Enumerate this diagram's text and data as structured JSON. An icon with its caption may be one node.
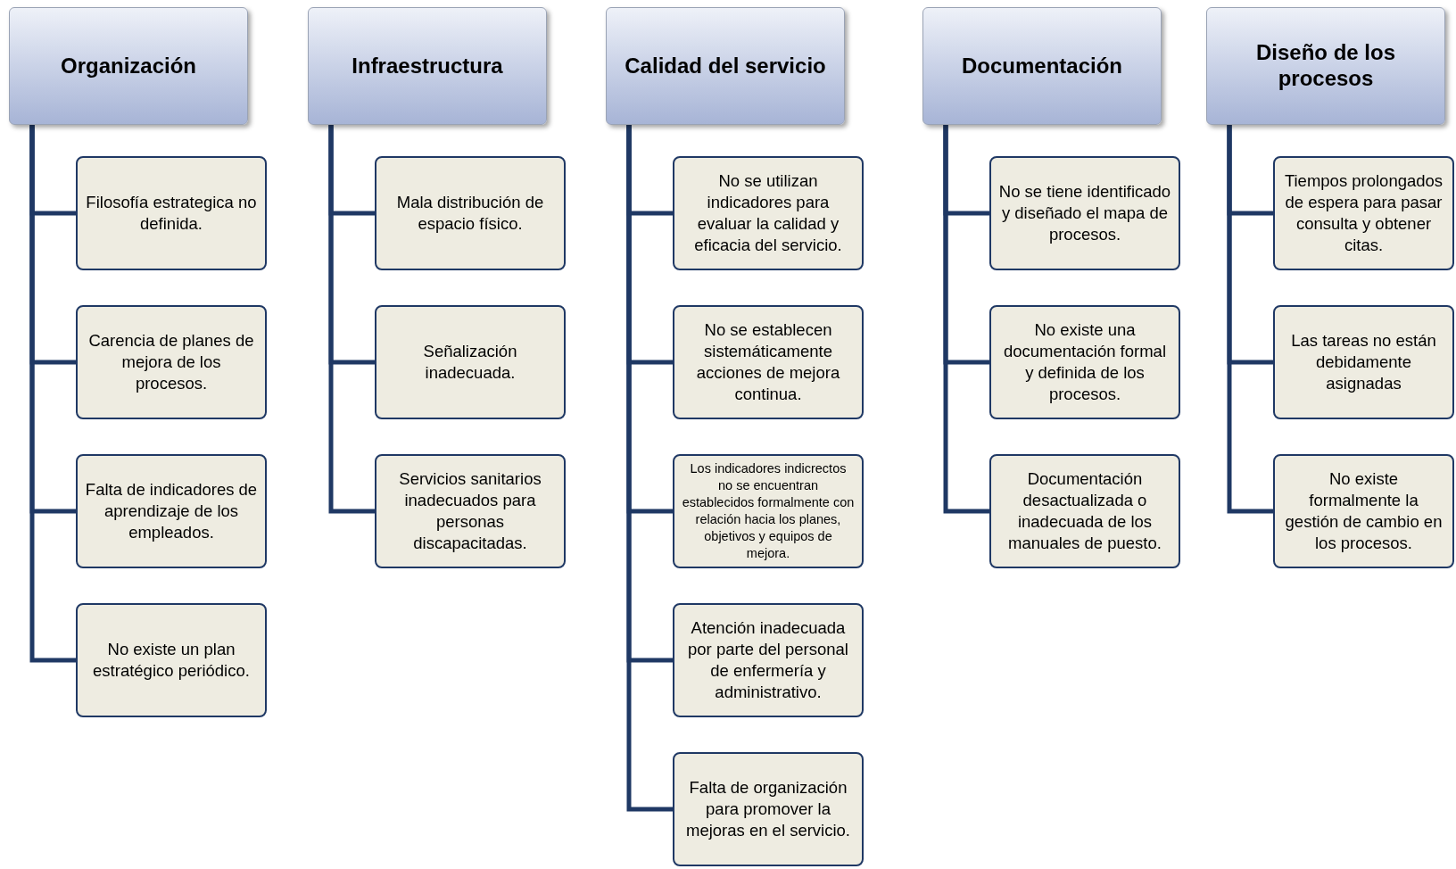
{
  "diagram": {
    "nodes": [
      {
        "text": [
          "Organización"
        ]
      },
      {
        "text": [
          "Filosofía estrategica no definida."
        ]
      },
      {
        "text": [
          "Carencia de planes de mejora de los procesos."
        ]
      },
      {
        "text": [
          "Falta de indicadores de aprendizaje de los empleados."
        ]
      },
      {
        "text": [
          "No existe un plan estratégico periódico."
        ]
      },
      {
        "text": [
          "Infraestructura"
        ]
      },
      {
        "text": [
          "Mala distribución de espacio físico."
        ]
      },
      {
        "text": [
          "Señalización inadecuada."
        ]
      },
      {
        "text": [
          "Servicios sanitarios inadecuados para personas discapacitadas."
        ]
      },
      {
        "text": [
          "Calidad del servicio"
        ]
      },
      {
        "text": [
          "No se utilizan indicadores para evaluar la calidad y eficacia del servicio."
        ]
      },
      {
        "text": [
          "No se establecen sistemáticamente acciones de mejora continua."
        ]
      },
      {
        "text": [
          "Los indicadores indicrectos no se encuentran establecidos formalmente con relación hacia los planes, objetivos y equipos de mejora."
        ]
      },
      {
        "text": [
          "Atención inadecuada por parte del personal de enfermería y administrativo."
        ]
      },
      {
        "text": [
          "Falta de organización para promover la mejoras en el servicio."
        ]
      },
      {
        "text": [
          "Documentación"
        ]
      },
      {
        "text": [
          "No se tiene identificado y diseñado el mapa de procesos."
        ]
      },
      {
        "text": [
          "No existe una documentación formal y definida de los procesos."
        ]
      },
      {
        "text": [
          "Documentación desactualizada o inadecuada de los manuales de puesto."
        ]
      },
      {
        "text": [
          "Diseño de los procesos"
        ]
      },
      {
        "text": [
          "Tiempos prolongados de espera para pasar consulta y obtener citas."
        ]
      },
      {
        "text": [
          "Las tareas no están debidamente asignadas"
        ]
      },
      {
        "text": [
          "No existe formalmente la gestión de cambio en los procesos."
        ]
      }
    ],
    "edges": [
      {
        "from": 0,
        "to": 1,
        "arrow": "none"
      },
      {
        "from": 0,
        "to": 2,
        "arrow": "none"
      },
      {
        "from": 0,
        "to": 3,
        "arrow": "none"
      },
      {
        "from": 0,
        "to": 4,
        "arrow": "none"
      },
      {
        "from": 5,
        "to": 6,
        "arrow": "none"
      },
      {
        "from": 5,
        "to": 7,
        "arrow": "none"
      },
      {
        "from": 5,
        "to": 8,
        "arrow": "none"
      },
      {
        "from": 9,
        "to": 10,
        "arrow": "none"
      },
      {
        "from": 9,
        "to": 11,
        "arrow": "none"
      },
      {
        "from": 9,
        "to": 12,
        "arrow": "none"
      },
      {
        "from": 9,
        "to": 13,
        "arrow": "none"
      },
      {
        "from": 9,
        "to": 14,
        "arrow": "none"
      },
      {
        "from": 15,
        "to": 16,
        "arrow": "none"
      },
      {
        "from": 15,
        "to": 17,
        "arrow": "none"
      },
      {
        "from": 15,
        "to": 18,
        "arrow": "none"
      },
      {
        "from": 19,
        "to": 20,
        "arrow": "none"
      },
      {
        "from": 19,
        "to": 21,
        "arrow": "none"
      },
      {
        "from": 19,
        "to": 22,
        "arrow": "none"
      }
    ]
  }
}
